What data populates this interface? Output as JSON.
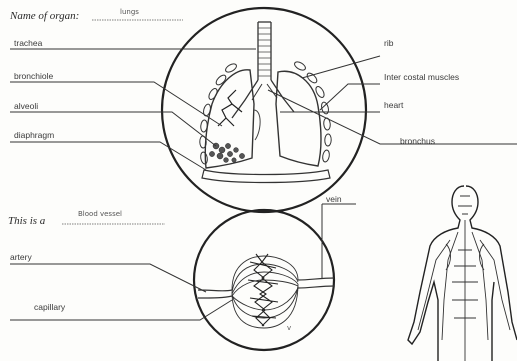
{
  "worksheet": {
    "section_lungs": {
      "prompt": "Name of organ:",
      "answer": "lungs",
      "labels": {
        "trachea": "trachea",
        "bronchiole": "bronchiole",
        "alveoli": "alveoli",
        "diaphragm": "diaphragm",
        "rib": "rib",
        "intercostal": "Inter costal muscles",
        "heart": "heart",
        "bronchus": "bronchus"
      }
    },
    "section_vessel": {
      "prompt": "This is a",
      "answer": "Blood vessel",
      "labels": {
        "vein": "vein",
        "artery": "artery",
        "capillary": "capillary"
      },
      "small_mark": "v"
    }
  }
}
